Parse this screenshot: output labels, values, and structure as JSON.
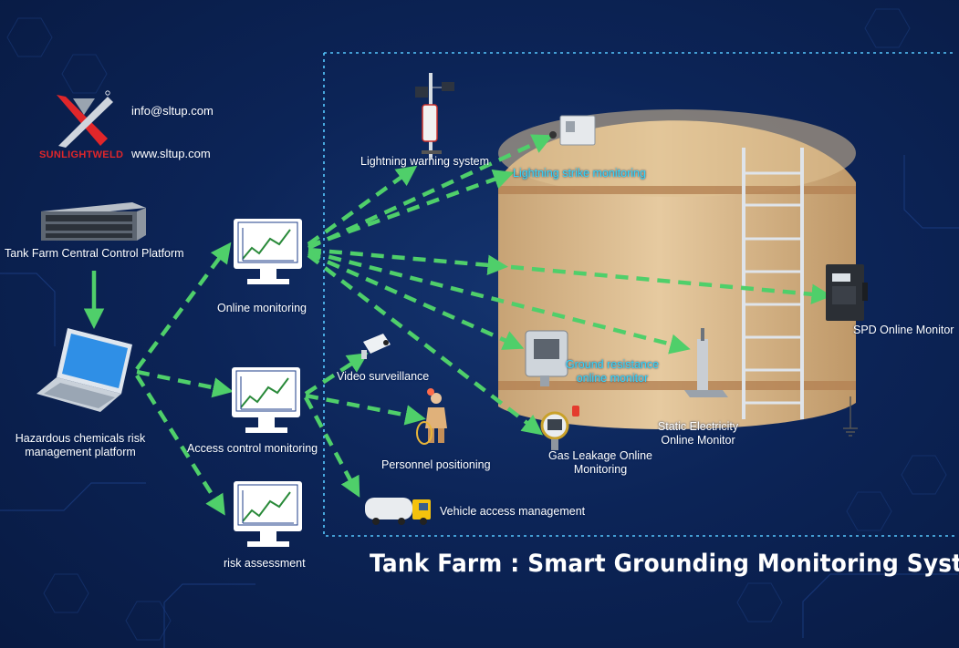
{
  "header": {
    "brand": "SUNLIGHTWELD",
    "email": "info@sltup.com",
    "website": "www.sltup.com"
  },
  "title": "Tank Farm : Smart Grounding Monitoring System",
  "nodes": {
    "central_control": "Tank Farm Central Control Platform",
    "hazard_platform": "Hazardous chemicals risk management platform",
    "online_monitoring": "Online monitoring",
    "access_control": "Access control monitoring",
    "risk_assessment": "risk assessment",
    "lightning_warning": "Lightning warning system",
    "lightning_strike": "Lightning strike monitoring",
    "spd_monitor": "SPD Online Monitor",
    "ground_resistance": "Ground resistance online monitor",
    "static_electricity": "Static Electricity Online Monitor",
    "gas_leakage": "Gas Leakage Online Monitoring",
    "video_surveillance": "Video surveillance",
    "personnel_positioning": "Personnel positioning",
    "vehicle_access": "Vehicle access management"
  },
  "colors": {
    "background": "#0c2457",
    "arrow": "#4fcf6a",
    "label_cyan": "#2fd7ff",
    "tank": "#d9b98a",
    "brand_red": "#e0262a"
  }
}
